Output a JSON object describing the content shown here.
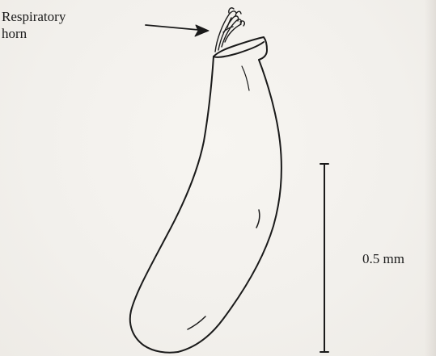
{
  "annotations": {
    "respiratory_horn_line1": "Respiratory",
    "respiratory_horn_line2": "horn",
    "scale_bar_label": "0.5 mm"
  },
  "colors": {
    "ink": "#1a1a1a",
    "paper": "#f4f2ee"
  }
}
